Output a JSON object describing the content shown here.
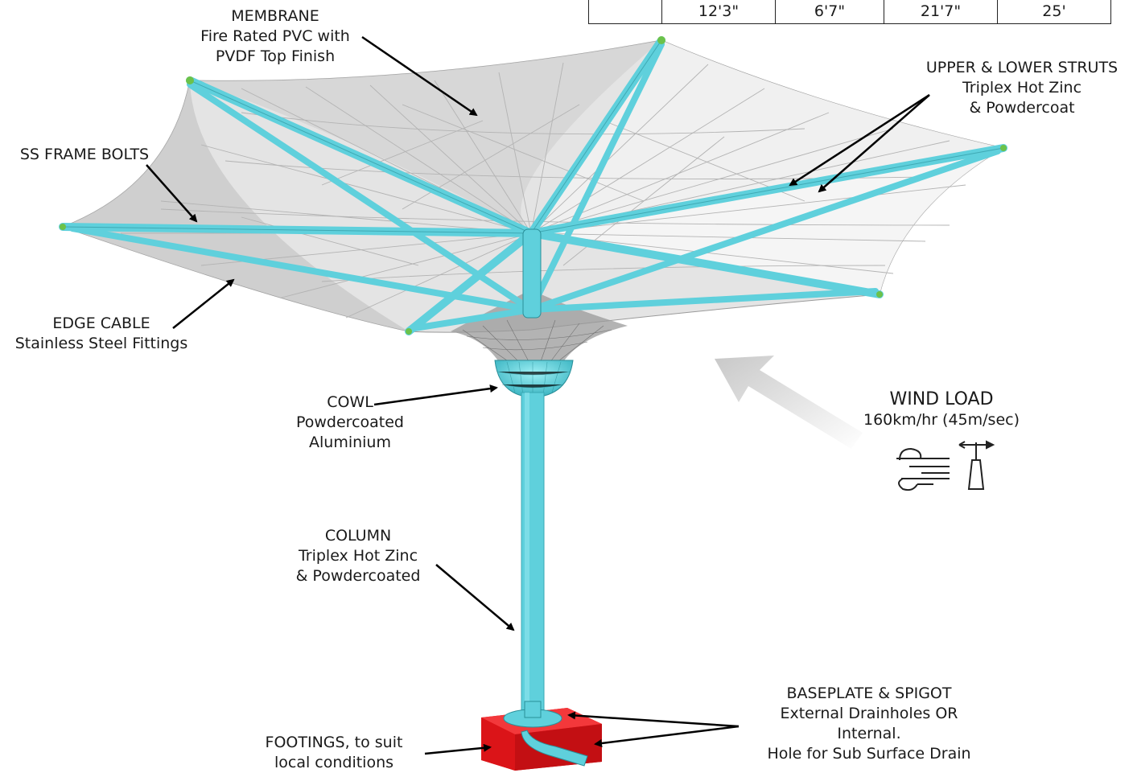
{
  "table": {
    "cells": [
      "",
      "12'3\"",
      "6'7\"",
      "21'7\"",
      "25'"
    ]
  },
  "labels": {
    "membrane": [
      "MEMBRANE",
      "Fire Rated PVC with",
      "PVDF Top Finish"
    ],
    "struts": [
      "UPPER & LOWER STRUTS",
      "Triplex Hot Zinc",
      "& Powdercoat"
    ],
    "frame_bolts": [
      "SS FRAME BOLTS"
    ],
    "edge_cable": [
      "EDGE CABLE",
      "Stainless Steel Fittings"
    ],
    "cowl": [
      "COWL",
      "Powdercoated",
      "Aluminium"
    ],
    "wind_load": {
      "title": "WIND LOAD",
      "value": "160km/hr (45m/sec)"
    },
    "column": [
      "COLUMN",
      "Triplex Hot Zinc",
      "& Powdercoated"
    ],
    "baseplate": [
      "BASEPLATE & SPIGOT",
      "External Drainholes OR",
      "Internal.",
      "Hole for Sub Surface Drain"
    ],
    "footings": [
      "FOOTINGS, to suit",
      "local conditions"
    ]
  },
  "colors": {
    "frame": "#5fd0dc",
    "membrane": "#d9d9d9",
    "footing": "#e8171b",
    "arrow": "#000000"
  }
}
